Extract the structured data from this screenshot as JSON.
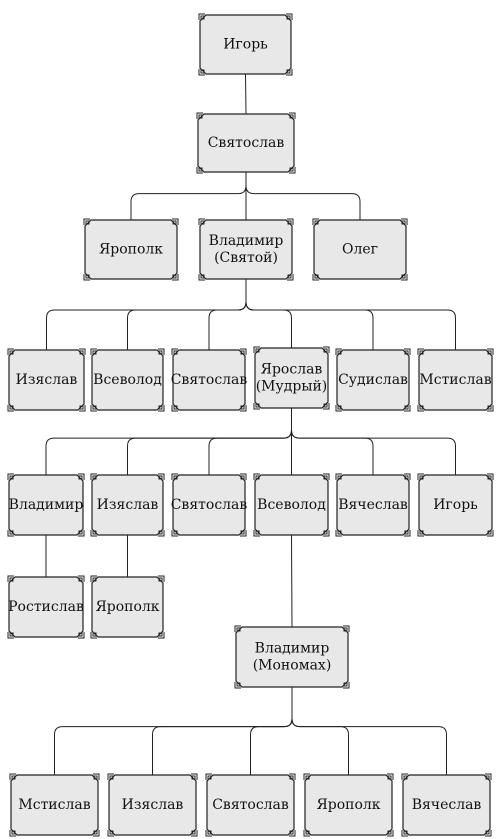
{
  "nodes": [
    {
      "id": "igor-1",
      "lines": [
        "Игорь"
      ]
    },
    {
      "id": "sviatoslav-1",
      "lines": [
        "Святослав"
      ]
    },
    {
      "id": "yaropolk-1",
      "lines": [
        "Ярополк"
      ]
    },
    {
      "id": "vladimir-sviatoi",
      "lines": [
        "Владимир",
        "(Святой)"
      ]
    },
    {
      "id": "oleg",
      "lines": [
        "Олег"
      ]
    },
    {
      "id": "iziaslav-1",
      "lines": [
        "Изяслав"
      ]
    },
    {
      "id": "vsevolod-1",
      "lines": [
        "Всеволод"
      ]
    },
    {
      "id": "sviatoslav-2",
      "lines": [
        "Святослав"
      ]
    },
    {
      "id": "yaroslav-mudryi",
      "lines": [
        "Ярослав",
        "(Мудрый)"
      ]
    },
    {
      "id": "sudislav",
      "lines": [
        "Судислав"
      ]
    },
    {
      "id": "mstislav-1",
      "lines": [
        "Мстислав"
      ]
    },
    {
      "id": "vladimir-2",
      "lines": [
        "Владимир"
      ]
    },
    {
      "id": "iziaslav-2",
      "lines": [
        "Изяслав"
      ]
    },
    {
      "id": "sviatoslav-3",
      "lines": [
        "Святослав"
      ]
    },
    {
      "id": "vsevolod-2",
      "lines": [
        "Всеволод"
      ]
    },
    {
      "id": "viacheslav-1",
      "lines": [
        "Вячеслав"
      ]
    },
    {
      "id": "igor-2",
      "lines": [
        "Игорь"
      ]
    },
    {
      "id": "rostislav",
      "lines": [
        "Ростислав"
      ]
    },
    {
      "id": "yaropolk-2",
      "lines": [
        "Ярополк"
      ]
    },
    {
      "id": "vladimir-monomakh",
      "lines": [
        "Владимир",
        "(Мономах)"
      ]
    },
    {
      "id": "mstislav-2",
      "lines": [
        "Мстислав"
      ]
    },
    {
      "id": "iziaslav-3",
      "lines": [
        "Изяслав"
      ]
    },
    {
      "id": "sviatoslav-4",
      "lines": [
        "Святослав"
      ]
    },
    {
      "id": "yaropolk-3",
      "lines": [
        "Ярополк"
      ]
    },
    {
      "id": "viacheslav-2",
      "lines": [
        "Вячеслав"
      ]
    }
  ],
  "edges": [
    [
      "igor-1",
      "sviatoslav-1"
    ],
    [
      "sviatoslav-1",
      "yaropolk-1"
    ],
    [
      "sviatoslav-1",
      "vladimir-sviatoi"
    ],
    [
      "sviatoslav-1",
      "oleg"
    ],
    [
      "vladimir-sviatoi",
      "iziaslav-1"
    ],
    [
      "vladimir-sviatoi",
      "vsevolod-1"
    ],
    [
      "vladimir-sviatoi",
      "sviatoslav-2"
    ],
    [
      "vladimir-sviatoi",
      "yaroslav-mudryi"
    ],
    [
      "vladimir-sviatoi",
      "sudislav"
    ],
    [
      "vladimir-sviatoi",
      "mstislav-1"
    ],
    [
      "yaroslav-mudryi",
      "vladimir-2"
    ],
    [
      "yaroslav-mudryi",
      "iziaslav-2"
    ],
    [
      "yaroslav-mudryi",
      "sviatoslav-3"
    ],
    [
      "yaroslav-mudryi",
      "vsevolod-2"
    ],
    [
      "yaroslav-mudryi",
      "viacheslav-1"
    ],
    [
      "yaroslav-mudryi",
      "igor-2"
    ],
    [
      "vladimir-2",
      "rostislav"
    ],
    [
      "iziaslav-2",
      "yaropolk-2"
    ],
    [
      "vsevolod-2",
      "vladimir-monomakh"
    ],
    [
      "vladimir-monomakh",
      "mstislav-2"
    ],
    [
      "vladimir-monomakh",
      "iziaslav-3"
    ],
    [
      "vladimir-monomakh",
      "sviatoslav-4"
    ],
    [
      "vladimir-monomakh",
      "yaropolk-3"
    ],
    [
      "vladimir-monomakh",
      "viacheslav-2"
    ]
  ]
}
